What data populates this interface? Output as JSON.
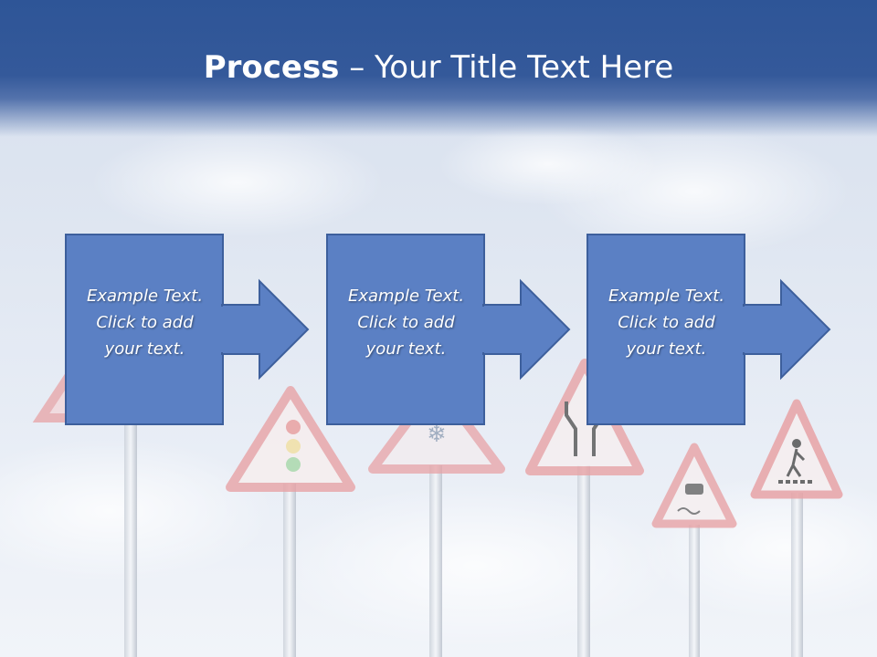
{
  "slide": {
    "title_bold": "Process",
    "title_rest": " – Your Title Text Here"
  },
  "steps": [
    {
      "text": "Example Text.\nClick  to add\nyour text."
    },
    {
      "text": "Example Text.\nClick  to add\nyour text."
    },
    {
      "text": "Example Text.\nClick  to add\nyour text."
    }
  ],
  "colors": {
    "header": "#2e5597",
    "box_fill": "#5b80c4",
    "box_stroke": "#3d5f9c",
    "sign_red": "#e8a3a6"
  },
  "icons": [
    "traffic-light-sign-icon",
    "snowflake-sign-icon",
    "road-narrows-sign-icon",
    "slippery-road-sign-icon",
    "pedestrian-crossing-sign-icon"
  ]
}
